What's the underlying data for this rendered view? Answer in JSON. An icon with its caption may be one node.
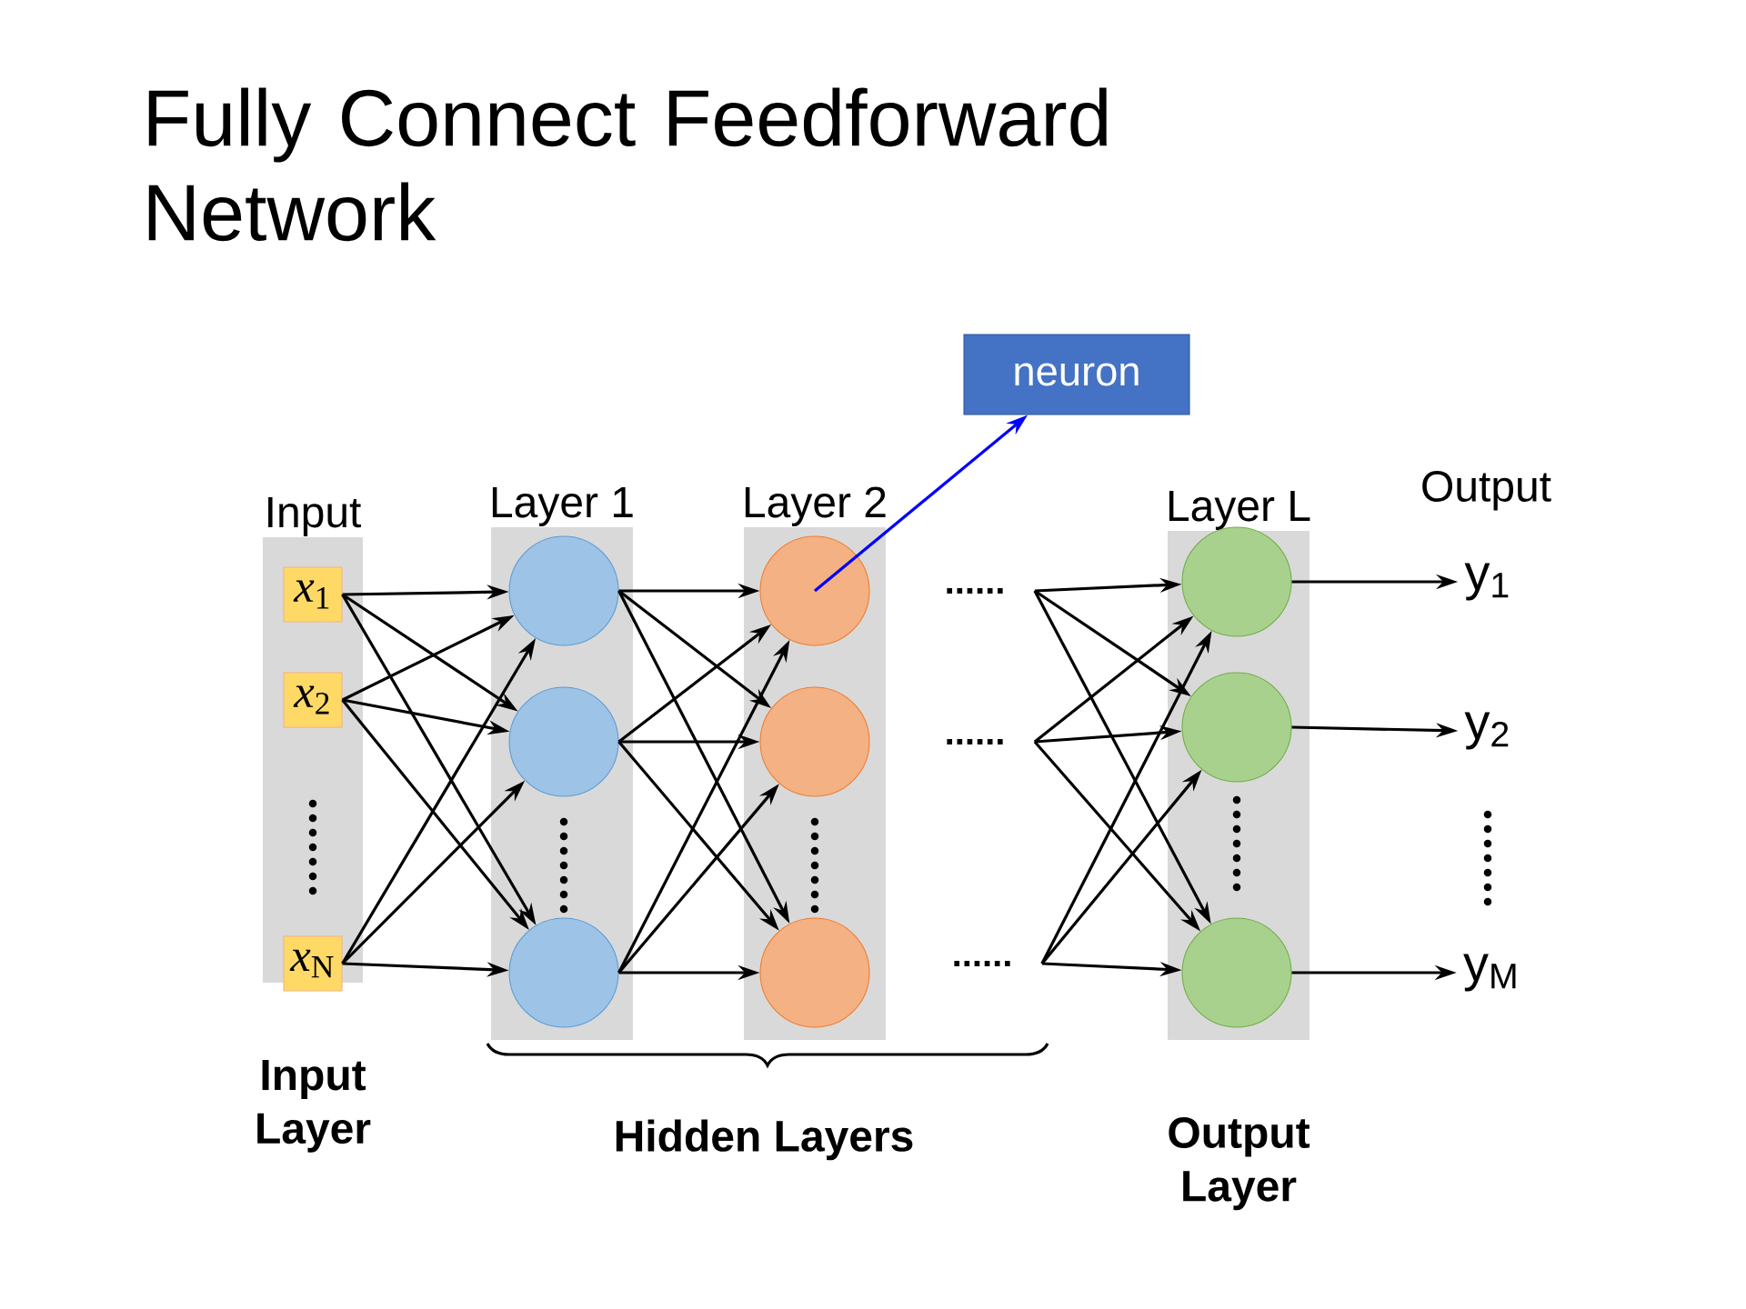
{
  "diagram": {
    "title": "Fully Connect Feedforward Network",
    "nodes": [
      {
        "text": [
          "Input"
        ],
        "beside": [
          "Input Layer"
        ]
      },
      {
        "text": [
          "*x*$_{1}$"
        ],
        "in": 0
      },
      {
        "text": [
          "*x*$_{2}$"
        ],
        "in": 0
      },
      {
        "text": [
          "*x*$_{N}$"
        ],
        "in": 0
      },
      {
        "text": [
          "Layer 1"
        ]
      },
      {
        "text": [],
        "shape": "circle",
        "in": 4
      },
      {
        "text": [],
        "shape": "circle",
        "in": 4
      },
      {
        "text": [],
        "shape": "circle",
        "in": 4
      },
      {
        "text": [
          "Layer 2"
        ]
      },
      {
        "text": [],
        "shape": "circle",
        "in": 8
      },
      {
        "text": [],
        "shape": "circle",
        "in": 8
      },
      {
        "text": [],
        "shape": "circle",
        "in": 8
      },
      {
        "text": [
          "......"
        ]
      },
      {
        "text": [
          "......"
        ]
      },
      {
        "text": [
          "......"
        ]
      },
      {
        "text": [
          "Layer L"
        ],
        "beside": [
          "Output Layer"
        ]
      },
      {
        "text": [],
        "shape": "circle",
        "in": 15
      },
      {
        "text": [],
        "shape": "circle",
        "in": 15
      },
      {
        "text": [],
        "shape": "circle",
        "in": 15
      },
      {
        "text": [
          "y$_{1}$"
        ]
      },
      {
        "text": [
          "y$_{2}$"
        ]
      },
      {
        "text": [
          "y$_{M}$"
        ]
      },
      {
        "text": [
          "neuron"
        ]
      }
    ],
    "edges": [
      {
        "from": 1,
        "to": 5,
        "arrow": "to"
      },
      {
        "from": 1,
        "to": 6,
        "arrow": "to"
      },
      {
        "from": 1,
        "to": 7,
        "arrow": "to"
      },
      {
        "from": 2,
        "to": 5,
        "arrow": "to"
      },
      {
        "from": 2,
        "to": 6,
        "arrow": "to"
      },
      {
        "from": 2,
        "to": 7,
        "arrow": "to"
      },
      {
        "from": 3,
        "to": 5,
        "arrow": "to"
      },
      {
        "from": 3,
        "to": 6,
        "arrow": "to"
      },
      {
        "from": 3,
        "to": 7,
        "arrow": "to"
      },
      {
        "from": 5,
        "to": 9,
        "arrow": "to"
      },
      {
        "from": 5,
        "to": 10,
        "arrow": "to"
      },
      {
        "from": 5,
        "to": 11,
        "arrow": "to"
      },
      {
        "from": 6,
        "to": 9,
        "arrow": "to"
      },
      {
        "from": 6,
        "to": 10,
        "arrow": "to"
      },
      {
        "from": 6,
        "to": 11,
        "arrow": "to"
      },
      {
        "from": 7,
        "to": 9,
        "arrow": "to"
      },
      {
        "from": 7,
        "to": 10,
        "arrow": "to"
      },
      {
        "from": 7,
        "to": 11,
        "arrow": "to"
      },
      {
        "from": 12,
        "to": 16,
        "arrow": "to"
      },
      {
        "from": 12,
        "to": 17,
        "arrow": "to"
      },
      {
        "from": 12,
        "to": 18,
        "arrow": "to"
      },
      {
        "from": 13,
        "to": 16,
        "arrow": "to"
      },
      {
        "from": 13,
        "to": 17,
        "arrow": "to"
      },
      {
        "from": 13,
        "to": 18,
        "arrow": "to"
      },
      {
        "from": 14,
        "to": 16,
        "arrow": "to"
      },
      {
        "from": 14,
        "to": 17,
        "arrow": "to"
      },
      {
        "from": 14,
        "to": 18,
        "arrow": "to"
      },
      {
        "from": 16,
        "to": 19,
        "arrow": "to"
      },
      {
        "from": 17,
        "to": 20,
        "arrow": "to"
      },
      {
        "from": 18,
        "to": 21,
        "arrow": "to"
      },
      {
        "from": 9,
        "to": 22,
        "arrow": "to",
        "color": "#0000ff"
      }
    ],
    "labels": [
      "Output",
      "Hidden Layers"
    ]
  }
}
